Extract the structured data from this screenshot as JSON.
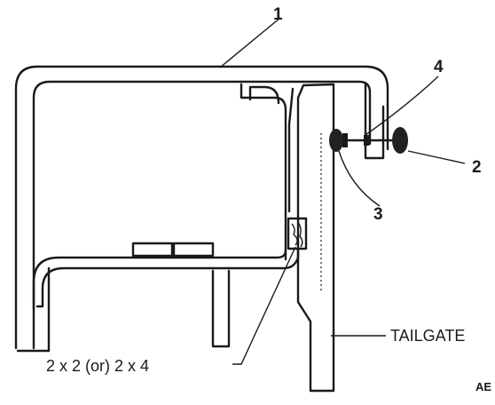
{
  "diagram": {
    "callouts": [
      "1",
      "2",
      "3",
      "4"
    ],
    "labels": {
      "tailgate": "TAILGATE",
      "board": "2 x 2 (or) 2 x 4",
      "code": "AE"
    }
  }
}
